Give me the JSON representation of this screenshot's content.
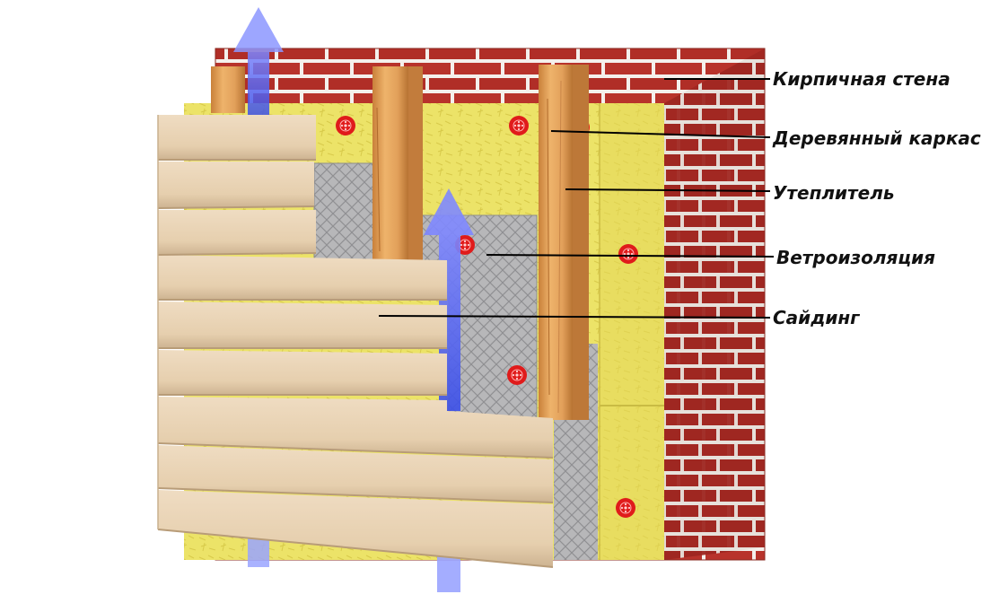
{
  "labels": {
    "brick_wall": "Кирпичная стена",
    "wood_frame": "Деревянный каркас",
    "insulation": "Утеплитель",
    "wind_barrier": "Ветроизоляция",
    "siding": "Сайдинг"
  },
  "colors": {
    "brick": "#b8332b",
    "mortar": "#f4f0ec",
    "insulation": "#ede36a",
    "wood": "#e2a25a",
    "membrane": "#b9b9bb",
    "siding": "#e9d2b3",
    "anchor": "#e01b1b",
    "airflow_arrow": "#5f6ff5",
    "leader_line": "#000000"
  },
  "icons": [
    "airflow-arrow-icon",
    "insulation-anchor-icon"
  ]
}
